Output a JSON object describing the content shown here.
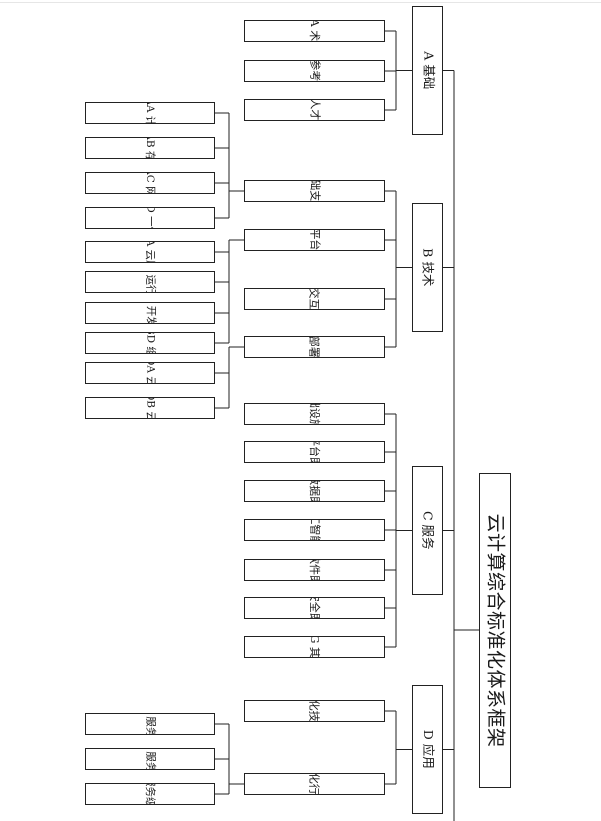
{
  "root": {
    "id": "root",
    "label": "云计算综合标准化体系框架"
  },
  "categories": [
    {
      "id": "A",
      "label": "A 基础",
      "children": [
        {
          "id": "AA",
          "label": "AA 术语"
        },
        {
          "id": "AB",
          "label": "AB 参考架构"
        },
        {
          "id": "AC",
          "label": "AC 人才培养"
        }
      ]
    },
    {
      "id": "B",
      "label": "B 技术",
      "children": [
        {
          "id": "BA",
          "label": "BA 基础支撑技术",
          "children": [
            {
              "id": "BAA",
              "label": "BAA 计算"
            },
            {
              "id": "BAB",
              "label": "BAB 存储"
            },
            {
              "id": "BAC",
              "label": "BAC 网络"
            },
            {
              "id": "BAD",
              "label": "BAD 一体化"
            }
          ]
        },
        {
          "id": "BB",
          "label": "BB 平台技术",
          "children": [
            {
              "id": "BBA",
              "label": "BBA 云原生"
            },
            {
              "id": "BBB",
              "label": "BBB 运行环境"
            },
            {
              "id": "BBC",
              "label": "BBC 开发工具"
            },
            {
              "id": "BBD",
              "label": "BBD 组件"
            }
          ]
        },
        {
          "id": "BC",
          "label": "BC 交互技术"
        },
        {
          "id": "BD",
          "label": "BD 部署技术",
          "children": [
            {
              "id": "BDA",
              "label": "BDA 云际"
            },
            {
              "id": "BDB",
              "label": "BDB 云内"
            }
          ]
        }
      ]
    },
    {
      "id": "C",
      "label": "C 服务",
      "children": [
        {
          "id": "CA",
          "label": "CA 基础设施即服务"
        },
        {
          "id": "CB",
          "label": "CB 平台即服务"
        },
        {
          "id": "CC",
          "label": "CC 数据即服务"
        },
        {
          "id": "CD",
          "label": "CD 人工智能即服务"
        },
        {
          "id": "CE",
          "label": "CE 软件即服务"
        },
        {
          "id": "CF",
          "label": "CF 安全即服务"
        },
        {
          "id": "CG",
          "label": "CG 其它"
        }
      ]
    },
    {
      "id": "D",
      "label": "D 应用",
      "children": [
        {
          "id": "DA",
          "label": "DA 云化技术应用"
        },
        {
          "id": "DB",
          "label": "DB 云化行业应用",
          "children": [
            {
              "id": "EAA",
              "label": "EAA 服务目录"
            },
            {
              "id": "EAB",
              "label": "EAB 服务采购"
            },
            {
              "id": "EAC",
              "label": "EAC 服务级别协议"
            }
          ]
        }
      ]
    }
  ]
}
